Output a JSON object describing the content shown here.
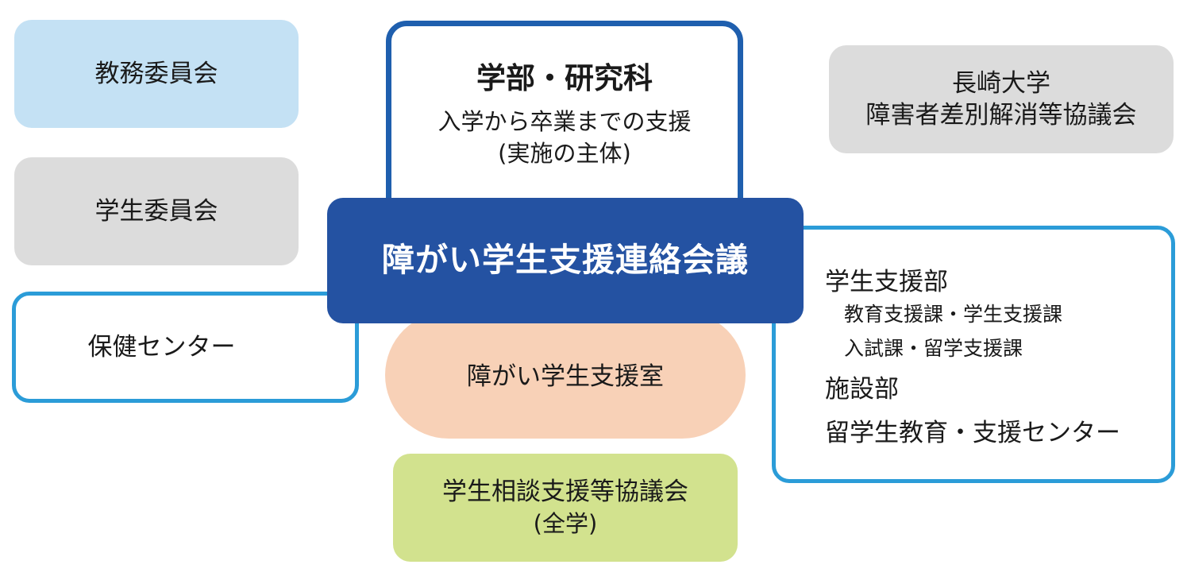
{
  "nodes": {
    "kyomu_iinkai": {
      "label": "教務委員会"
    },
    "gakusei_iinkai": {
      "label": "学生委員会"
    },
    "hoken_center": {
      "label": "保健センター"
    },
    "gakubu_kenkyuka": {
      "title": "学部・研究科",
      "line1": "入学から卒業までの支援",
      "line2": "(実施の主体)"
    },
    "nagasaki_kyogikai": {
      "line1": "長崎大学",
      "line2": "障害者差別解消等協議会"
    },
    "center": {
      "label": "障がい学生支援連絡会議"
    },
    "right_panel": {
      "dept1": "学生支援部",
      "dept1_sections1": "教育支援課・学生支援課",
      "dept1_sections2": "入試課・留学支援課",
      "dept2": "施設部",
      "dept3": "留学生教育・支援センター"
    },
    "shienshitsu": {
      "label": "障がい学生支援室"
    },
    "soudan_kyogikai": {
      "line1": "学生相談支援等協議会",
      "line2": "(全学)"
    }
  },
  "colors": {
    "center_fill": "#2452a2",
    "gakubu_border": "#1f5fae",
    "blue_border": "#2b9cd8",
    "light_blue_fill": "#c4e1f4",
    "gray_fill": "#dcdcdc",
    "peach_fill": "#f8d1b7",
    "green_fill": "#d2e28e"
  }
}
